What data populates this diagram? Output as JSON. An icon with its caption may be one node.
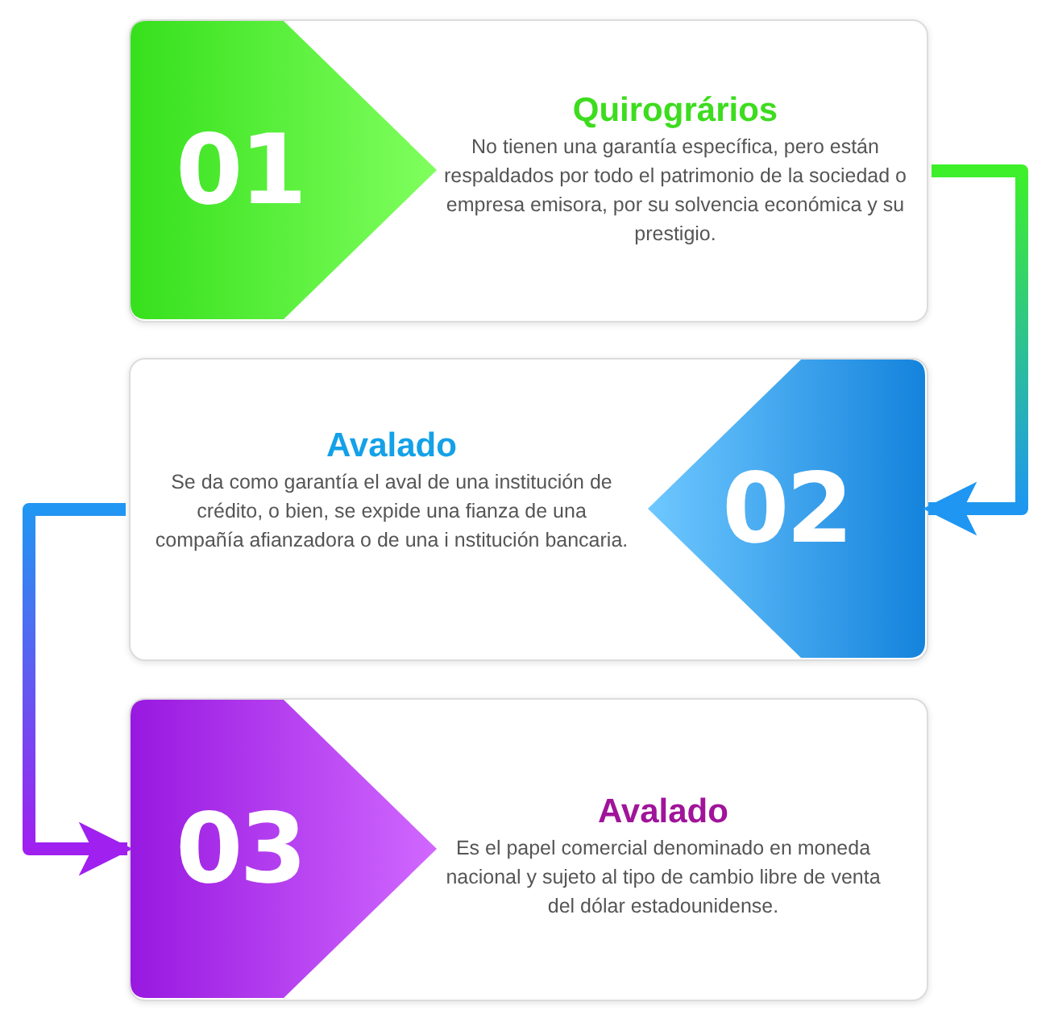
{
  "diagram": {
    "nodes": [
      {
        "text": [
          "Quirogrários",
          "No tienen una garantía específica, pero están respaldados por todo el patrimonio de la sociedad o empresa emisora, por su solvencia económica y su prestigio."
        ]
      },
      {
        "text": [
          "01"
        ],
        "in": 0
      },
      {
        "text": [
          "Avalado",
          "Se da como garantía el aval de una institución de crédito, o bien, se expide una fianza de una compañía afianzadora o de una i nstitución bancaria."
        ]
      },
      {
        "text": [
          "02"
        ],
        "in": 2
      },
      {
        "text": [
          "Avalado",
          "Es el papel comercial denominado en moneda nacional y sujeto al tipo de cambio libre de venta del dólar estadounidense."
        ]
      },
      {
        "text": [
          "03"
        ],
        "in": 4
      }
    ],
    "edges": [
      {
        "from": 0,
        "to": 3,
        "arrow": "to"
      },
      {
        "from": 2,
        "to": 5,
        "arrow": "to"
      }
    ]
  }
}
